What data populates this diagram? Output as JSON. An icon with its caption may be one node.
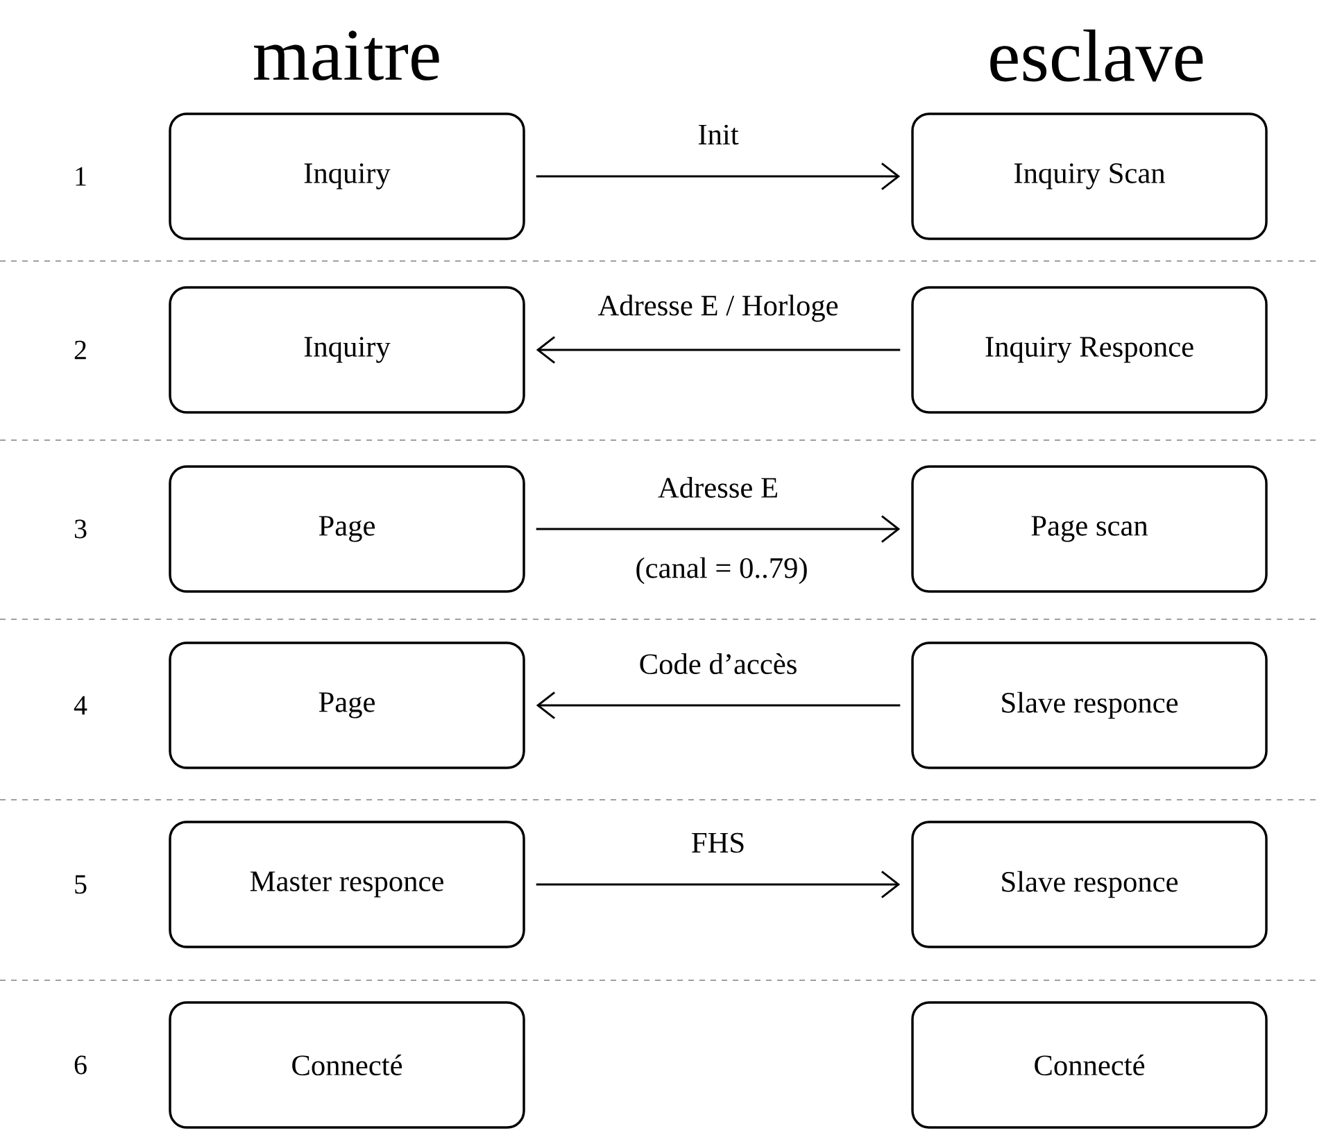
{
  "diagram": {
    "nodes": [
      {
        "text": [
          "Inquiry"
        ]
      },
      {
        "text": [
          "Inquiry Scan"
        ]
      },
      {
        "text": [
          "Inquiry"
        ]
      },
      {
        "text": [
          "Inquiry Responce"
        ]
      },
      {
        "text": [
          "Page"
        ]
      },
      {
        "text": [
          "Page scan"
        ]
      },
      {
        "text": [
          "Page"
        ]
      },
      {
        "text": [
          "Slave responce"
        ]
      },
      {
        "text": [
          "Master responce"
        ]
      },
      {
        "text": [
          "Slave responce"
        ]
      },
      {
        "text": [
          "Connecté"
        ]
      },
      {
        "text": [
          "Connecté"
        ]
      }
    ],
    "edges": [
      {
        "from": 0,
        "to": 1,
        "arrow": "to",
        "label": "Init"
      },
      {
        "from": 3,
        "to": 2,
        "arrow": "to",
        "label": "Adresse E / Horloge"
      },
      {
        "from": 4,
        "to": 5,
        "arrow": "to",
        "label": "Adresse E"
      },
      {
        "from": 7,
        "to": 6,
        "arrow": "to",
        "label": "Code d’accès"
      },
      {
        "from": 8,
        "to": 9,
        "arrow": "to",
        "label": "FHS"
      }
    ],
    "labels": [
      "maitre",
      "esclave",
      "1",
      "2",
      "3",
      "(canal = 0..79)",
      "4",
      "5",
      "6"
    ]
  }
}
